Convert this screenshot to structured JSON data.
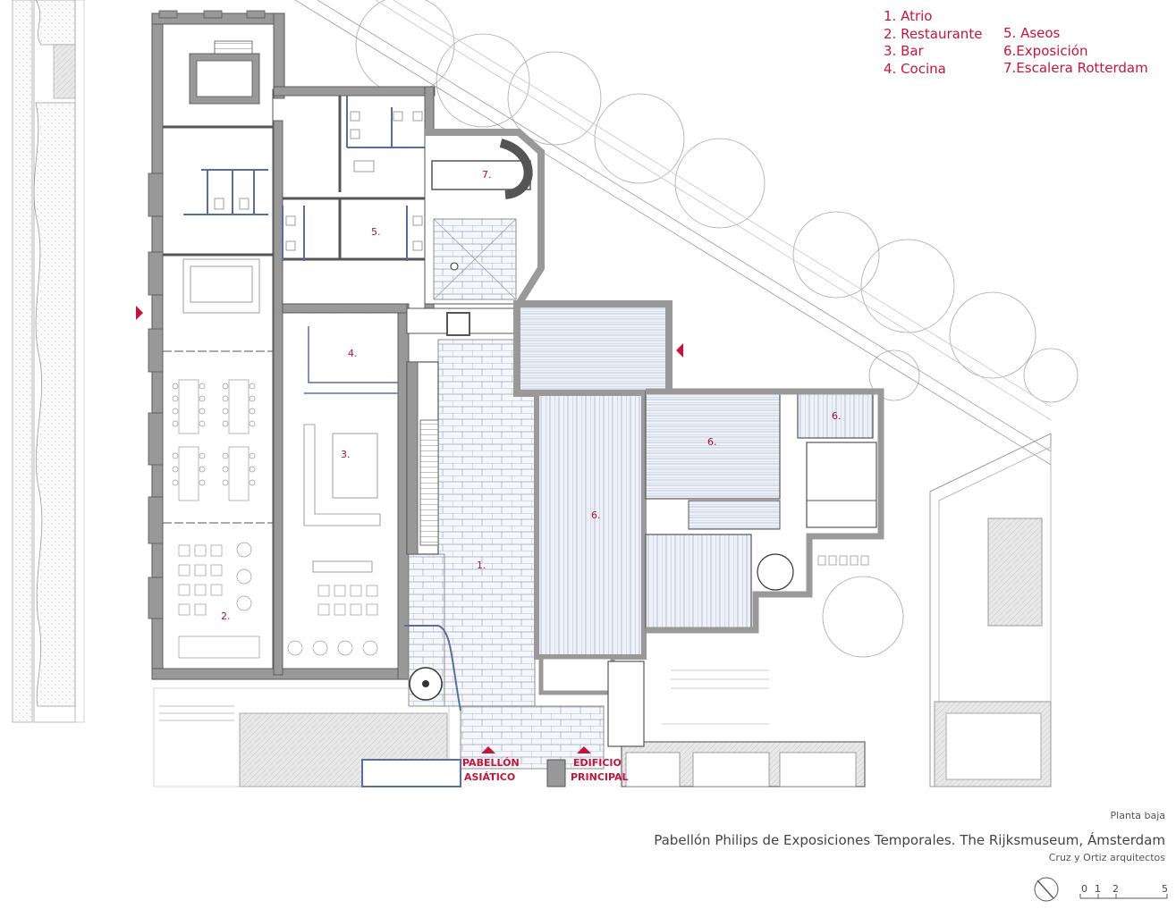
{
  "legend": {
    "col1": [
      "1. Atrio",
      "2. Restaurante",
      "3. Bar",
      "4. Cocina"
    ],
    "col2": [
      "5. Aseos",
      "6.Exposición",
      "7.Escalera Rotterdam"
    ]
  },
  "rooms": {
    "atrio": "1.",
    "restaurante": "2.",
    "bar": "3.",
    "cocina": "4.",
    "aseos": "5.",
    "expo_a": "6.",
    "expo_b": "6.",
    "expo_c": "6.",
    "escalera": "7."
  },
  "entrances": {
    "pabellon_l1": "PABELLÓN",
    "pabellon_l2": "ASIÁTICO",
    "edificio_l1": "EDIFICIO",
    "edificio_l2": "PRINCIPAL"
  },
  "caption": {
    "view": "Planta baja",
    "title": "Pabellón Philips de Exposiciones Temporales. The Rijksmuseum, Ámsterdam",
    "authors": "Cruz y Ortiz arquitectos"
  },
  "scale_bar": {
    "labels": [
      "0",
      "1",
      "2",
      "5"
    ]
  },
  "colors": {
    "accent": "#c4153a",
    "wall": "#999999",
    "wall_stroke": "#555555",
    "blue_line": "#5a6e9e"
  }
}
